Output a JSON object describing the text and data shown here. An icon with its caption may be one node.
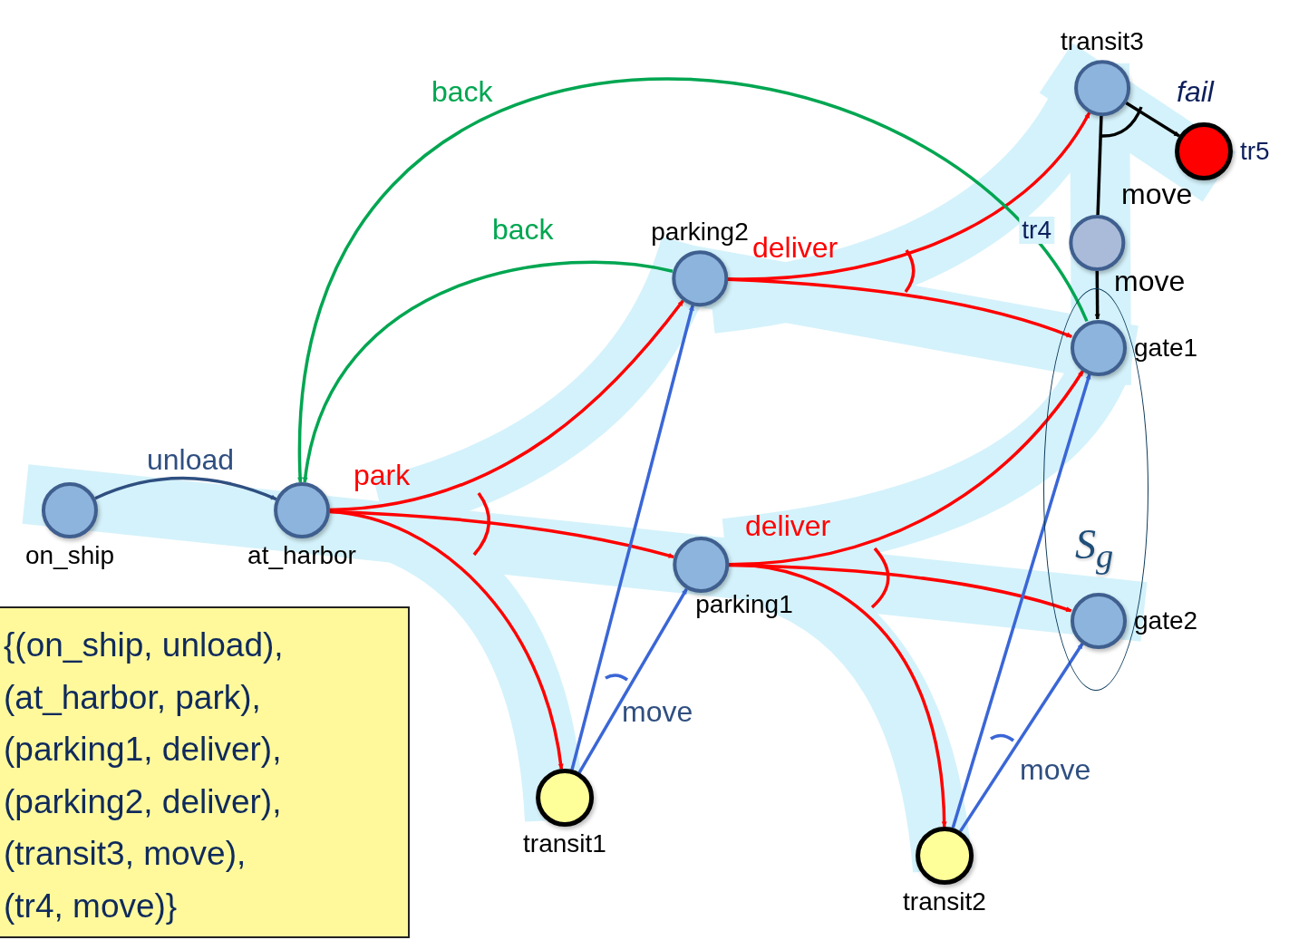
{
  "diagram": {
    "nodes": [
      {
        "text": [
          "on_ship"
        ]
      },
      {
        "text": [
          "at_harbor"
        ]
      },
      {
        "text": [
          "parking2"
        ]
      },
      {
        "text": [
          "parking1"
        ]
      },
      {
        "text": [
          "transit3"
        ]
      },
      {
        "text": [
          "tr5"
        ]
      },
      {
        "text": [
          "tr4"
        ]
      },
      {
        "text": [
          "S$_{g}$"
        ]
      },
      {
        "text": [
          "gate1"
        ],
        "in": 7
      },
      {
        "text": [
          "gate2"
        ],
        "in": 7
      },
      {
        "text": [
          "transit1"
        ]
      },
      {
        "text": [
          "transit2"
        ]
      },
      {
        "text": [
          "{(on_ship, unload),",
          "(at_harbor, park),",
          "(parking1, deliver),",
          "(parking2, deliver),",
          "(transit3, move),",
          "(tr4, move)}"
        ]
      }
    ],
    "edges": [
      {
        "from": 0,
        "to": 1,
        "arrow": "to",
        "label": "unload",
        "color": "#2f4f80"
      },
      {
        "from": 1,
        "to": 2,
        "arrow": "to",
        "label": "park"
      },
      {
        "from": 1,
        "to": 3,
        "arrow": "to"
      },
      {
        "from": 1,
        "to": 10,
        "arrow": "to"
      },
      {
        "from": 2,
        "to": 4,
        "arrow": "to",
        "label": "deliver"
      },
      {
        "from": 2,
        "to": 8,
        "arrow": "to"
      },
      {
        "from": 3,
        "to": 8,
        "arrow": "to",
        "label": "deliver"
      },
      {
        "from": 3,
        "to": 9,
        "arrow": "to"
      },
      {
        "from": 3,
        "to": 11,
        "arrow": "to"
      },
      {
        "from": 10,
        "to": 2,
        "arrow": "to",
        "color": "#3a66d6"
      },
      {
        "from": 10,
        "to": 3,
        "arrow": "to",
        "label": "move",
        "color": "#3a66d6"
      },
      {
        "from": 11,
        "to": 8,
        "arrow": "to",
        "color": "#3a66d6"
      },
      {
        "from": 11,
        "to": 9,
        "arrow": "to",
        "label": "move",
        "color": "#3a66d6"
      },
      {
        "from": 4,
        "to": 5,
        "arrow": "to",
        "label": "fail",
        "color": "#000000"
      },
      {
        "from": 4,
        "to": 6,
        "arrow": "none",
        "label": "move",
        "color": "#000000"
      },
      {
        "from": 6,
        "to": 8,
        "arrow": "to",
        "label": "move",
        "color": "#000000"
      },
      {
        "from": 2,
        "to": 1,
        "arrow": "to",
        "label": "back",
        "color": "#00a651"
      },
      {
        "from": 8,
        "to": 1,
        "arrow": "to",
        "label": "back",
        "color": "#00a651"
      }
    ]
  }
}
